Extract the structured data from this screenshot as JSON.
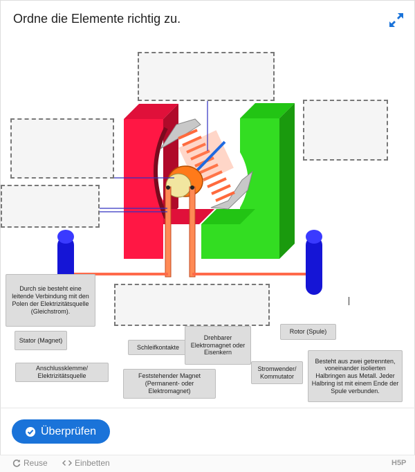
{
  "task": {
    "title": "Ordne die Elemente richtig zu."
  },
  "draggables": [
    {
      "id": "leitend",
      "label": "Durch sie besteht eine leitende Verbindung mit den Polen der Elektrizitätsquelle (Gleichstrom)."
    },
    {
      "id": "stator",
      "label": "Stator (Magnet)"
    },
    {
      "id": "schleifkontakte",
      "label": "Schleifkontakte"
    },
    {
      "id": "drehbarer",
      "label": "Drehbarer Elektromagnet oder Eisenkern"
    },
    {
      "id": "rotor",
      "label": "Rotor (Spule)"
    },
    {
      "id": "anschluss",
      "label": "Anschlussklemme/ Elektrizitätsquelle"
    },
    {
      "id": "feststehender",
      "label": "Feststehender Magnet (Permanent- oder Elektromagnet)"
    },
    {
      "id": "stromwender",
      "label": "Stromwender/ Kommutator"
    },
    {
      "id": "halbringe",
      "label": "Besteht aus zwei getrennten, voneinander isolierten Halbringen aus Metall. Jeder Halbring ist mit einem Ende der Spule verbunden."
    }
  ],
  "actions": {
    "check_label": "Überprüfen",
    "reuse_label": "Reuse",
    "embed_label": "Einbetten",
    "brand": "H5P"
  },
  "colors": {
    "accent": "#1a73d9",
    "magnet_red": "#ff1744",
    "magnet_green": "#33dd22",
    "terminal_blue": "#1a1adb",
    "coil_orange": "#ff6a3d"
  },
  "icons": {
    "fullscreen": "fullscreen-icon",
    "check": "check-circle-icon",
    "reuse": "reuse-icon",
    "embed": "embed-icon"
  }
}
